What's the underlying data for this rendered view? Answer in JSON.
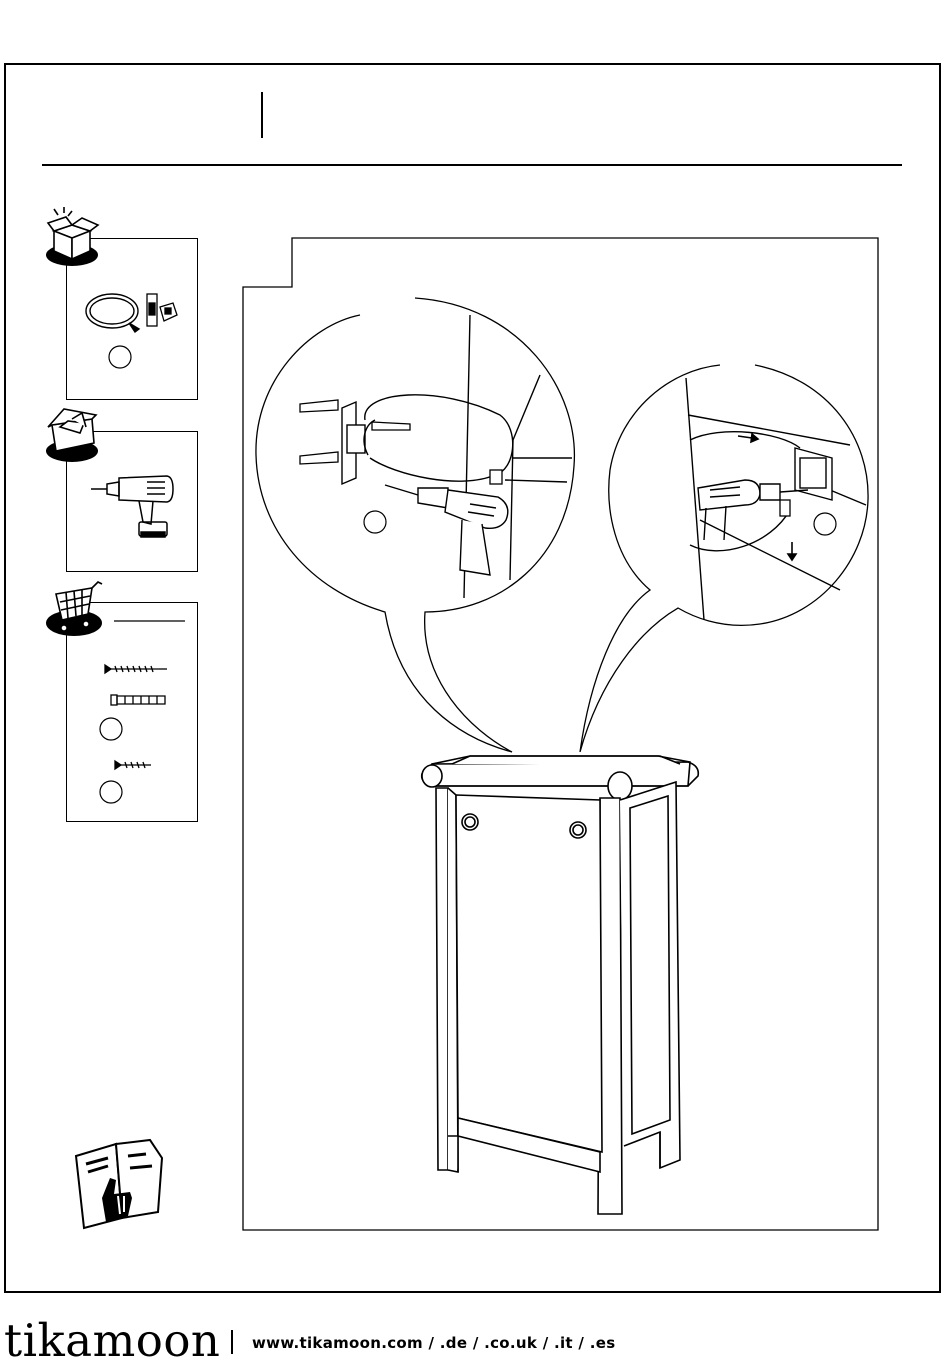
{
  "page": {
    "kind": "assembly-instructions-step"
  },
  "sidebar": {
    "panels": [
      {
        "name": "box-contents",
        "icon": "open-box-icon",
        "items": [
          "cable-tie",
          "wall-bracket",
          "wall-plate"
        ],
        "ref_label": ""
      },
      {
        "name": "tools-required",
        "icon": "toolbox-icon",
        "items": [
          "power-drill"
        ]
      },
      {
        "name": "parts-to-buy",
        "icon": "shopping-cart-icon",
        "items": [
          "long-screw",
          "wall-plug",
          "short-screw"
        ],
        "ref_labels": [
          "",
          ""
        ]
      }
    ],
    "manual_icon": "instruction-manual-icon"
  },
  "main": {
    "details": [
      {
        "name": "detail-wall-anchor-drilling",
        "ref_label": ""
      },
      {
        "name": "detail-wall-fixing-installed",
        "ref_label": ""
      }
    ],
    "product": "cabinet-with-door"
  },
  "footer": {
    "brand": "tikamoon",
    "urls": "www.tikamoon.com / .de / .co.uk / .it / .es"
  }
}
